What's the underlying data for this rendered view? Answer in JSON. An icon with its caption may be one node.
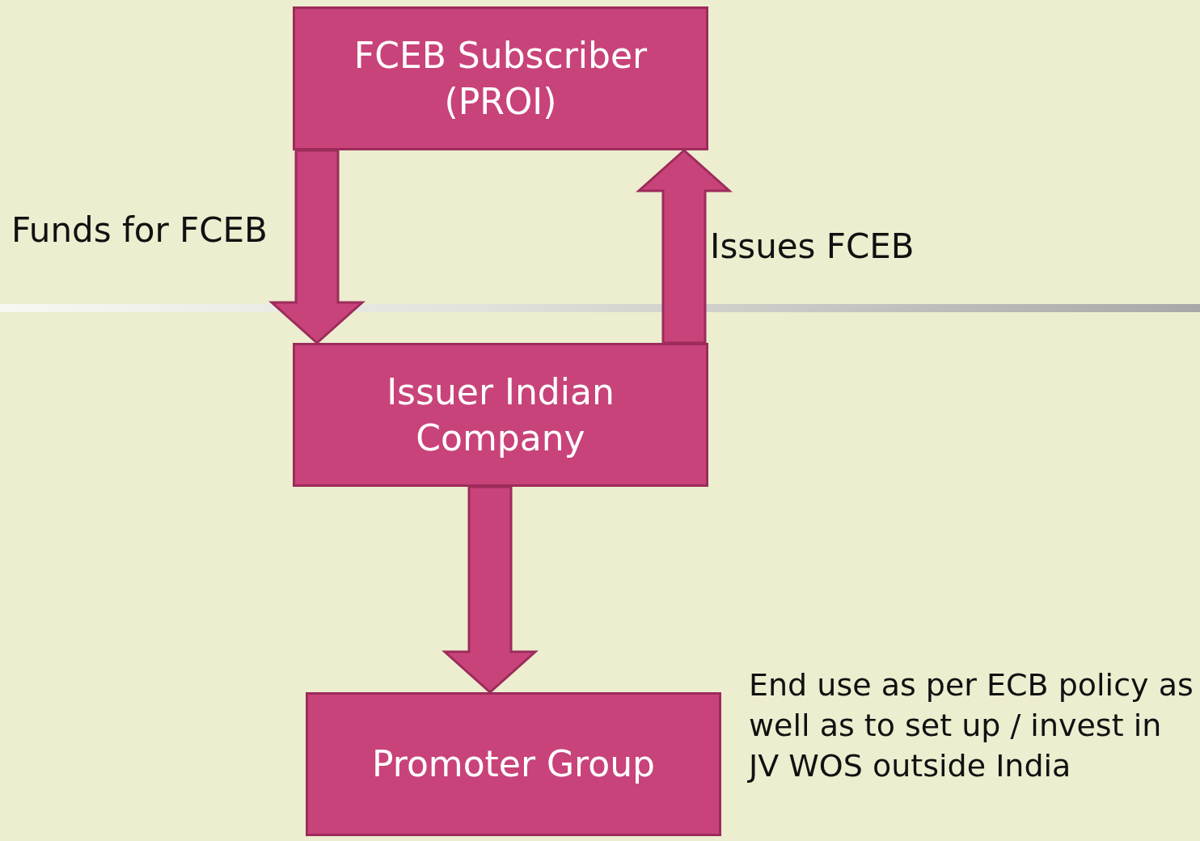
{
  "diagram": {
    "nodes": [
      {
        "text": [
          "FCEB Subscriber (PROI)"
        ]
      },
      {
        "text": [
          "Issuer Indian Company"
        ]
      },
      {
        "text": [
          "Promoter Group"
        ],
        "beside": [
          "End use as per ECB policy as well as to set up / invest in JV WOS outside India"
        ]
      }
    ],
    "edges": [
      {
        "from": 0,
        "to": 1,
        "arrow": "to",
        "label": "Funds for FCEB"
      },
      {
        "from": 1,
        "to": 0,
        "arrow": "to",
        "label": "Issues FCEB"
      },
      {
        "from": 1,
        "to": 2,
        "arrow": "to"
      }
    ]
  }
}
